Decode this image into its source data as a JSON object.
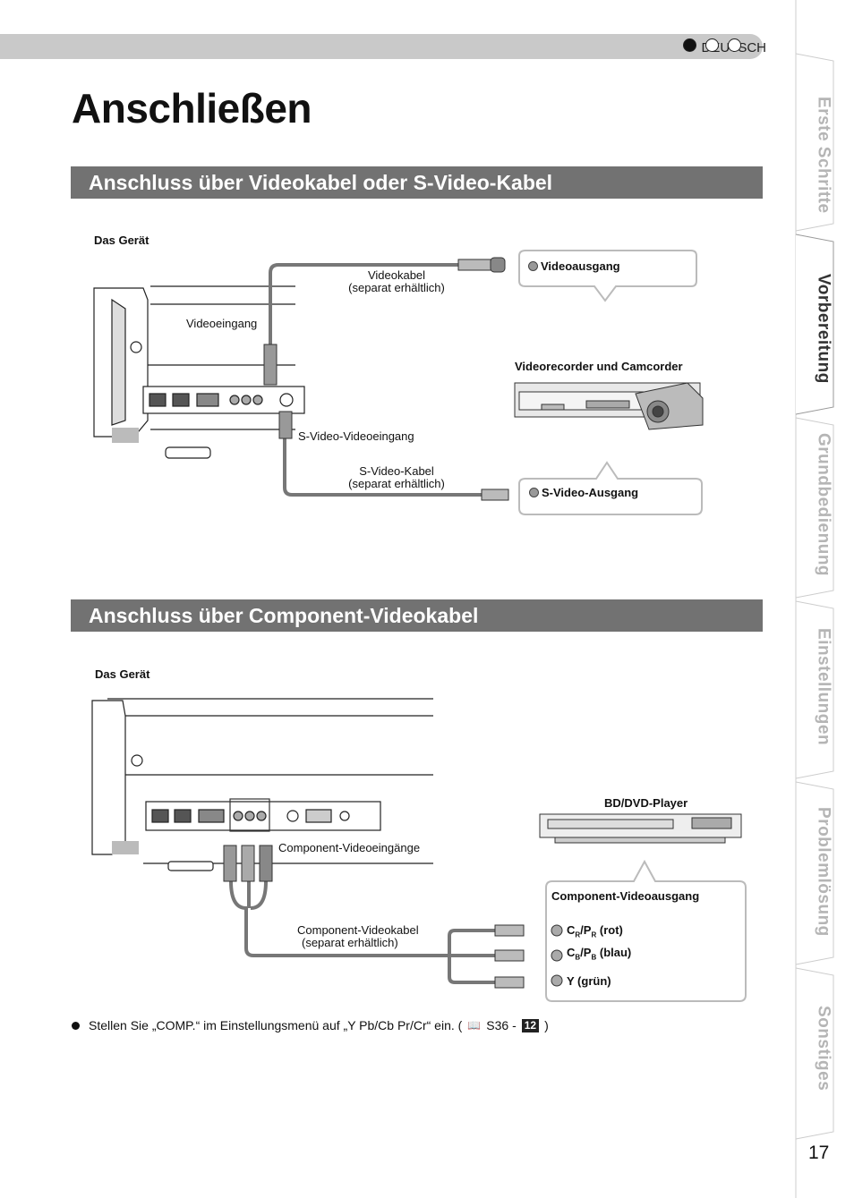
{
  "header": {
    "language": "DEUTSCH"
  },
  "page_title": "Anschließen",
  "section1": {
    "heading": "Anschluss über Videokabel oder S-Video-Kabel",
    "device_label": "Das Gerät",
    "video_cable": "Videokabel",
    "separate": "(separat erhältlich)",
    "video_input": "Videoeingang",
    "video_output": "Videoausgang",
    "recorder": "Videorecorder und Camcorder",
    "svideo_input": "S-Video-Videoeingang",
    "svideo_cable": "S-Video-Kabel",
    "svideo_output": "S-Video-Ausgang"
  },
  "section2": {
    "heading": "Anschluss über Component-Videokabel",
    "device_label": "Das Gerät",
    "component_inputs": "Component-Videoeingänge",
    "player": "BD/DVD-Player",
    "component_output": "Component-Videoausgang",
    "component_cable": "Component-Videokabel",
    "separate": "(separat erhältlich)",
    "cr": "C",
    "cr_sub": "R",
    "pr": "P",
    "pr_sub": "R",
    "cr_color": "(rot)",
    "cb": "C",
    "cb_sub": "B",
    "pb": "P",
    "pb_sub": "B",
    "cb_color": "(blau)",
    "y": "Y (grün)"
  },
  "note": {
    "text": "Stellen Sie „COMP.“ im Einstellungsmenü auf „Y Pb/Cb Pr/Cr“ ein. (",
    "ref": "S36 - ",
    "badge": "12",
    "close": ")"
  },
  "sidebar": {
    "tabs": [
      "Erste Schritte",
      "Vorbereitung",
      "Grundbedienung",
      "Einstellungen",
      "Problemlösung",
      "Sonstiges"
    ],
    "active": "Vorbereitung"
  },
  "page_number": "17"
}
